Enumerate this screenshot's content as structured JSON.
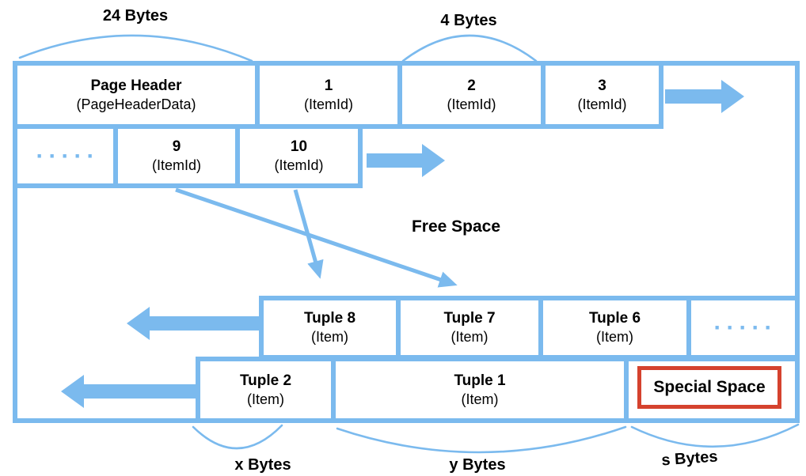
{
  "colors": {
    "accent_blue": "#7bbaee",
    "highlight_red": "#d5422e",
    "text_black": "#000000"
  },
  "annotations": {
    "bytes_24": "24 Bytes",
    "bytes_4": "4 Bytes",
    "free_space": "Free Space",
    "bytes_x": "x Bytes",
    "bytes_y": "y Bytes",
    "bytes_s": "s Bytes"
  },
  "ellipsis": "·····",
  "page_header": {
    "title": "Page Header",
    "subtitle": "(PageHeaderData)"
  },
  "item_pointers_row1": [
    {
      "num": "1",
      "type": "(ItemId)"
    },
    {
      "num": "2",
      "type": "(ItemId)"
    },
    {
      "num": "3",
      "type": "(ItemId)"
    }
  ],
  "item_pointers_row2": [
    {
      "num": "9",
      "type": "(ItemId)"
    },
    {
      "num": "10",
      "type": "(ItemId)"
    }
  ],
  "tuples_row3": [
    {
      "title": "Tuple 8",
      "type": "(Item)"
    },
    {
      "title": "Tuple 7",
      "type": "(Item)"
    },
    {
      "title": "Tuple 6",
      "type": "(Item)"
    }
  ],
  "tuples_row4": [
    {
      "title": "Tuple 2",
      "type": "(Item)"
    },
    {
      "title": "Tuple 1",
      "type": "(Item)"
    }
  ],
  "special_space": {
    "label": "Special Space"
  }
}
